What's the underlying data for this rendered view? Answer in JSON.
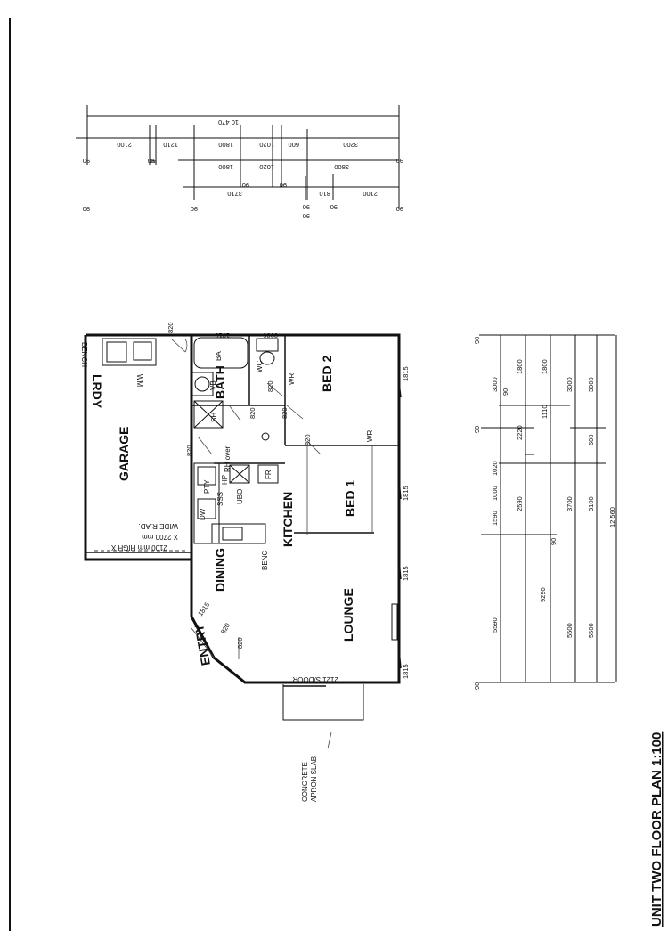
{
  "rooms": {
    "garage": "GARAGE",
    "lrdy": "LRDY",
    "bath": "BATH",
    "bed2": "BED 2",
    "bed1": "BED 1",
    "kitchen": "KITCHEN",
    "dining": "DINING",
    "lounge": "LOUNGE",
    "entry": "ENTRY"
  },
  "fixtures": {
    "bench_top": "BENCH",
    "wm": "WM",
    "ba": "BA",
    "vb": "VB",
    "sh": "SH",
    "wc": "WC",
    "wr1": "WR",
    "wr2": "WR",
    "rh_over": "RH over",
    "hp": "HP",
    "fr": "FR",
    "pty": "PTY",
    "dw": "DW",
    "sss": "SSS",
    "ubo": "UBO",
    "benc": "BENC"
  },
  "labels": {
    "garage_door_1": "2100 mm HIGH X",
    "garage_door_2": "X 2700 mm",
    "garage_door_3": "WIDE R.AD.",
    "sdoor": "2121 S/DOOR",
    "apron_1": "CONCRETE",
    "apron_2": "APRON SLAB",
    "plan_title": "UNIT TWO FLOOR PLAN 1:100"
  },
  "door_widths": {
    "d1": "820",
    "d2": "820",
    "d3": "820",
    "d4": "820",
    "d5": "820",
    "d6": "820",
    "d7": "820",
    "d8": "820"
  },
  "window_sizes": {
    "w_bath": "1015",
    "w_bed2": "0906",
    "w1": "1815",
    "w2": "1815",
    "w3": "1815",
    "w4": "1815",
    "w_entry": "1815"
  },
  "top_dims": {
    "overall": "10 470",
    "row1": [
      "2100",
      "90",
      "1210",
      "90",
      "1800",
      "1020",
      "600",
      "3200",
      "90",
      "90"
    ],
    "row2": [
      "1800",
      "1020",
      "3800"
    ],
    "row3": [
      "3710",
      "90",
      "810",
      "2100",
      "90",
      "90",
      "90",
      "90",
      "90",
      "90",
      "90"
    ]
  },
  "bottom_dims": {
    "col1": [
      "3000",
      "1590",
      "5590",
      "90",
      "90",
      "90"
    ],
    "col2": [
      "1020",
      "1000",
      "2590"
    ],
    "col3": [
      "1800",
      "2220",
      "90",
      "9290",
      "90"
    ],
    "col4": [
      "1800",
      "1110",
      "3700",
      "5500"
    ],
    "col5": [
      "3000",
      "600",
      "3100",
      "5500"
    ],
    "col6": [
      "3000"
    ],
    "overall": "12 560"
  }
}
